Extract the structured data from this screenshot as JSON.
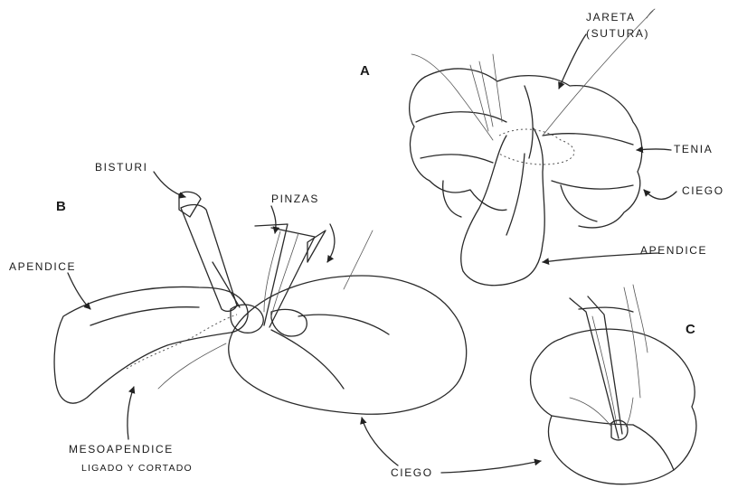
{
  "figures": {
    "a": {
      "letter": "A",
      "labels": {
        "jareta_line1": "JARETA",
        "jareta_line2": "(SUTURA)",
        "tenia": "TENIA",
        "ciego": "CIEGO",
        "apendice": "APENDICE"
      }
    },
    "b": {
      "letter": "B",
      "labels": {
        "bisturi": "BISTURI",
        "pinzas": "PINZAS",
        "apendice": "APENDICE",
        "mesoapendice_line1": "MESOAPENDICE",
        "mesoapendice_line2": "LIGADO Y CORTADO"
      }
    },
    "c": {
      "letter": "C",
      "labels": {
        "ciego": "CIEGO"
      }
    }
  },
  "colors": {
    "ink": "#2a2a2a",
    "background": "#ffffff"
  }
}
